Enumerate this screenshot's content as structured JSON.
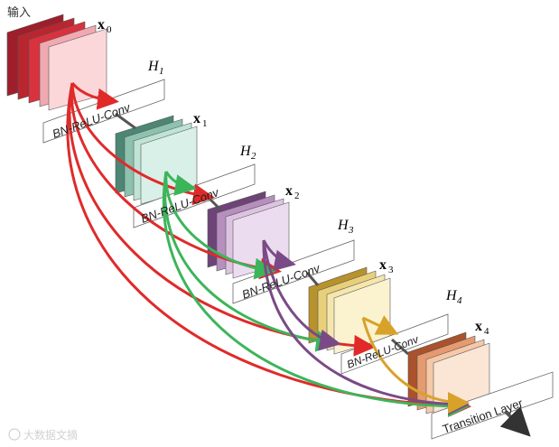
{
  "input_label": "输入",
  "features": [
    {
      "name": "x",
      "sub": "0"
    },
    {
      "name": "x",
      "sub": "1"
    },
    {
      "name": "x",
      "sub": "2"
    },
    {
      "name": "x",
      "sub": "3"
    },
    {
      "name": "x",
      "sub": "4"
    }
  ],
  "layers": [
    {
      "name": "H",
      "sub": "1",
      "op": "BN-ReLU-Conv"
    },
    {
      "name": "H",
      "sub": "2",
      "op": "BN-ReLU-Conv"
    },
    {
      "name": "H",
      "sub": "3",
      "op": "BN-ReLU-Conv"
    },
    {
      "name": "H",
      "sub": "4",
      "op": "BN-ReLU-Conv"
    }
  ],
  "transition_label": "Transition Layer",
  "watermark": "大数据文摘",
  "colors": {
    "x0": "#d9323f",
    "x1": "#5e9a86",
    "x2": "#8a5d95",
    "x3": "#c9a640",
    "x4": "#c8663a",
    "red": "#e02a2a",
    "green": "#3cb55a",
    "purple": "#7a4a86",
    "gold": "#d8a22a"
  }
}
